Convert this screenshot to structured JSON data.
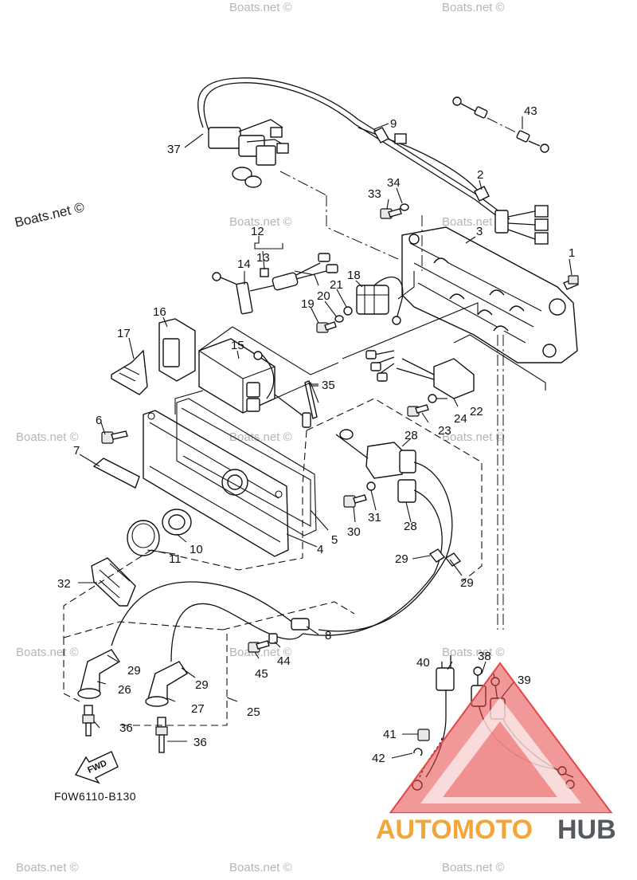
{
  "diagram_code": "F0W6110-B130",
  "fwd_label": "FWD",
  "watermark": "Boats.net ©",
  "logo": {
    "part1": "AUTOMOTO",
    "part2": "HUB",
    "accent_color": "#f2a63a",
    "dark_color": "#555a60",
    "triangle_color": "#e64545"
  },
  "callouts": [
    "1",
    "2",
    "3",
    "4",
    "5",
    "6",
    "7",
    "8",
    "9",
    "10",
    "11",
    "12",
    "13",
    "14",
    "15",
    "16",
    "17",
    "18",
    "19",
    "20",
    "21",
    "22",
    "23",
    "24",
    "25",
    "26",
    "27",
    "28",
    "28",
    "29",
    "29",
    "29",
    "29",
    "30",
    "31",
    "32",
    "33",
    "34",
    "35",
    "36",
    "36",
    "37",
    "38",
    "39",
    "40",
    "41",
    "42",
    "43",
    "44",
    "45"
  ]
}
